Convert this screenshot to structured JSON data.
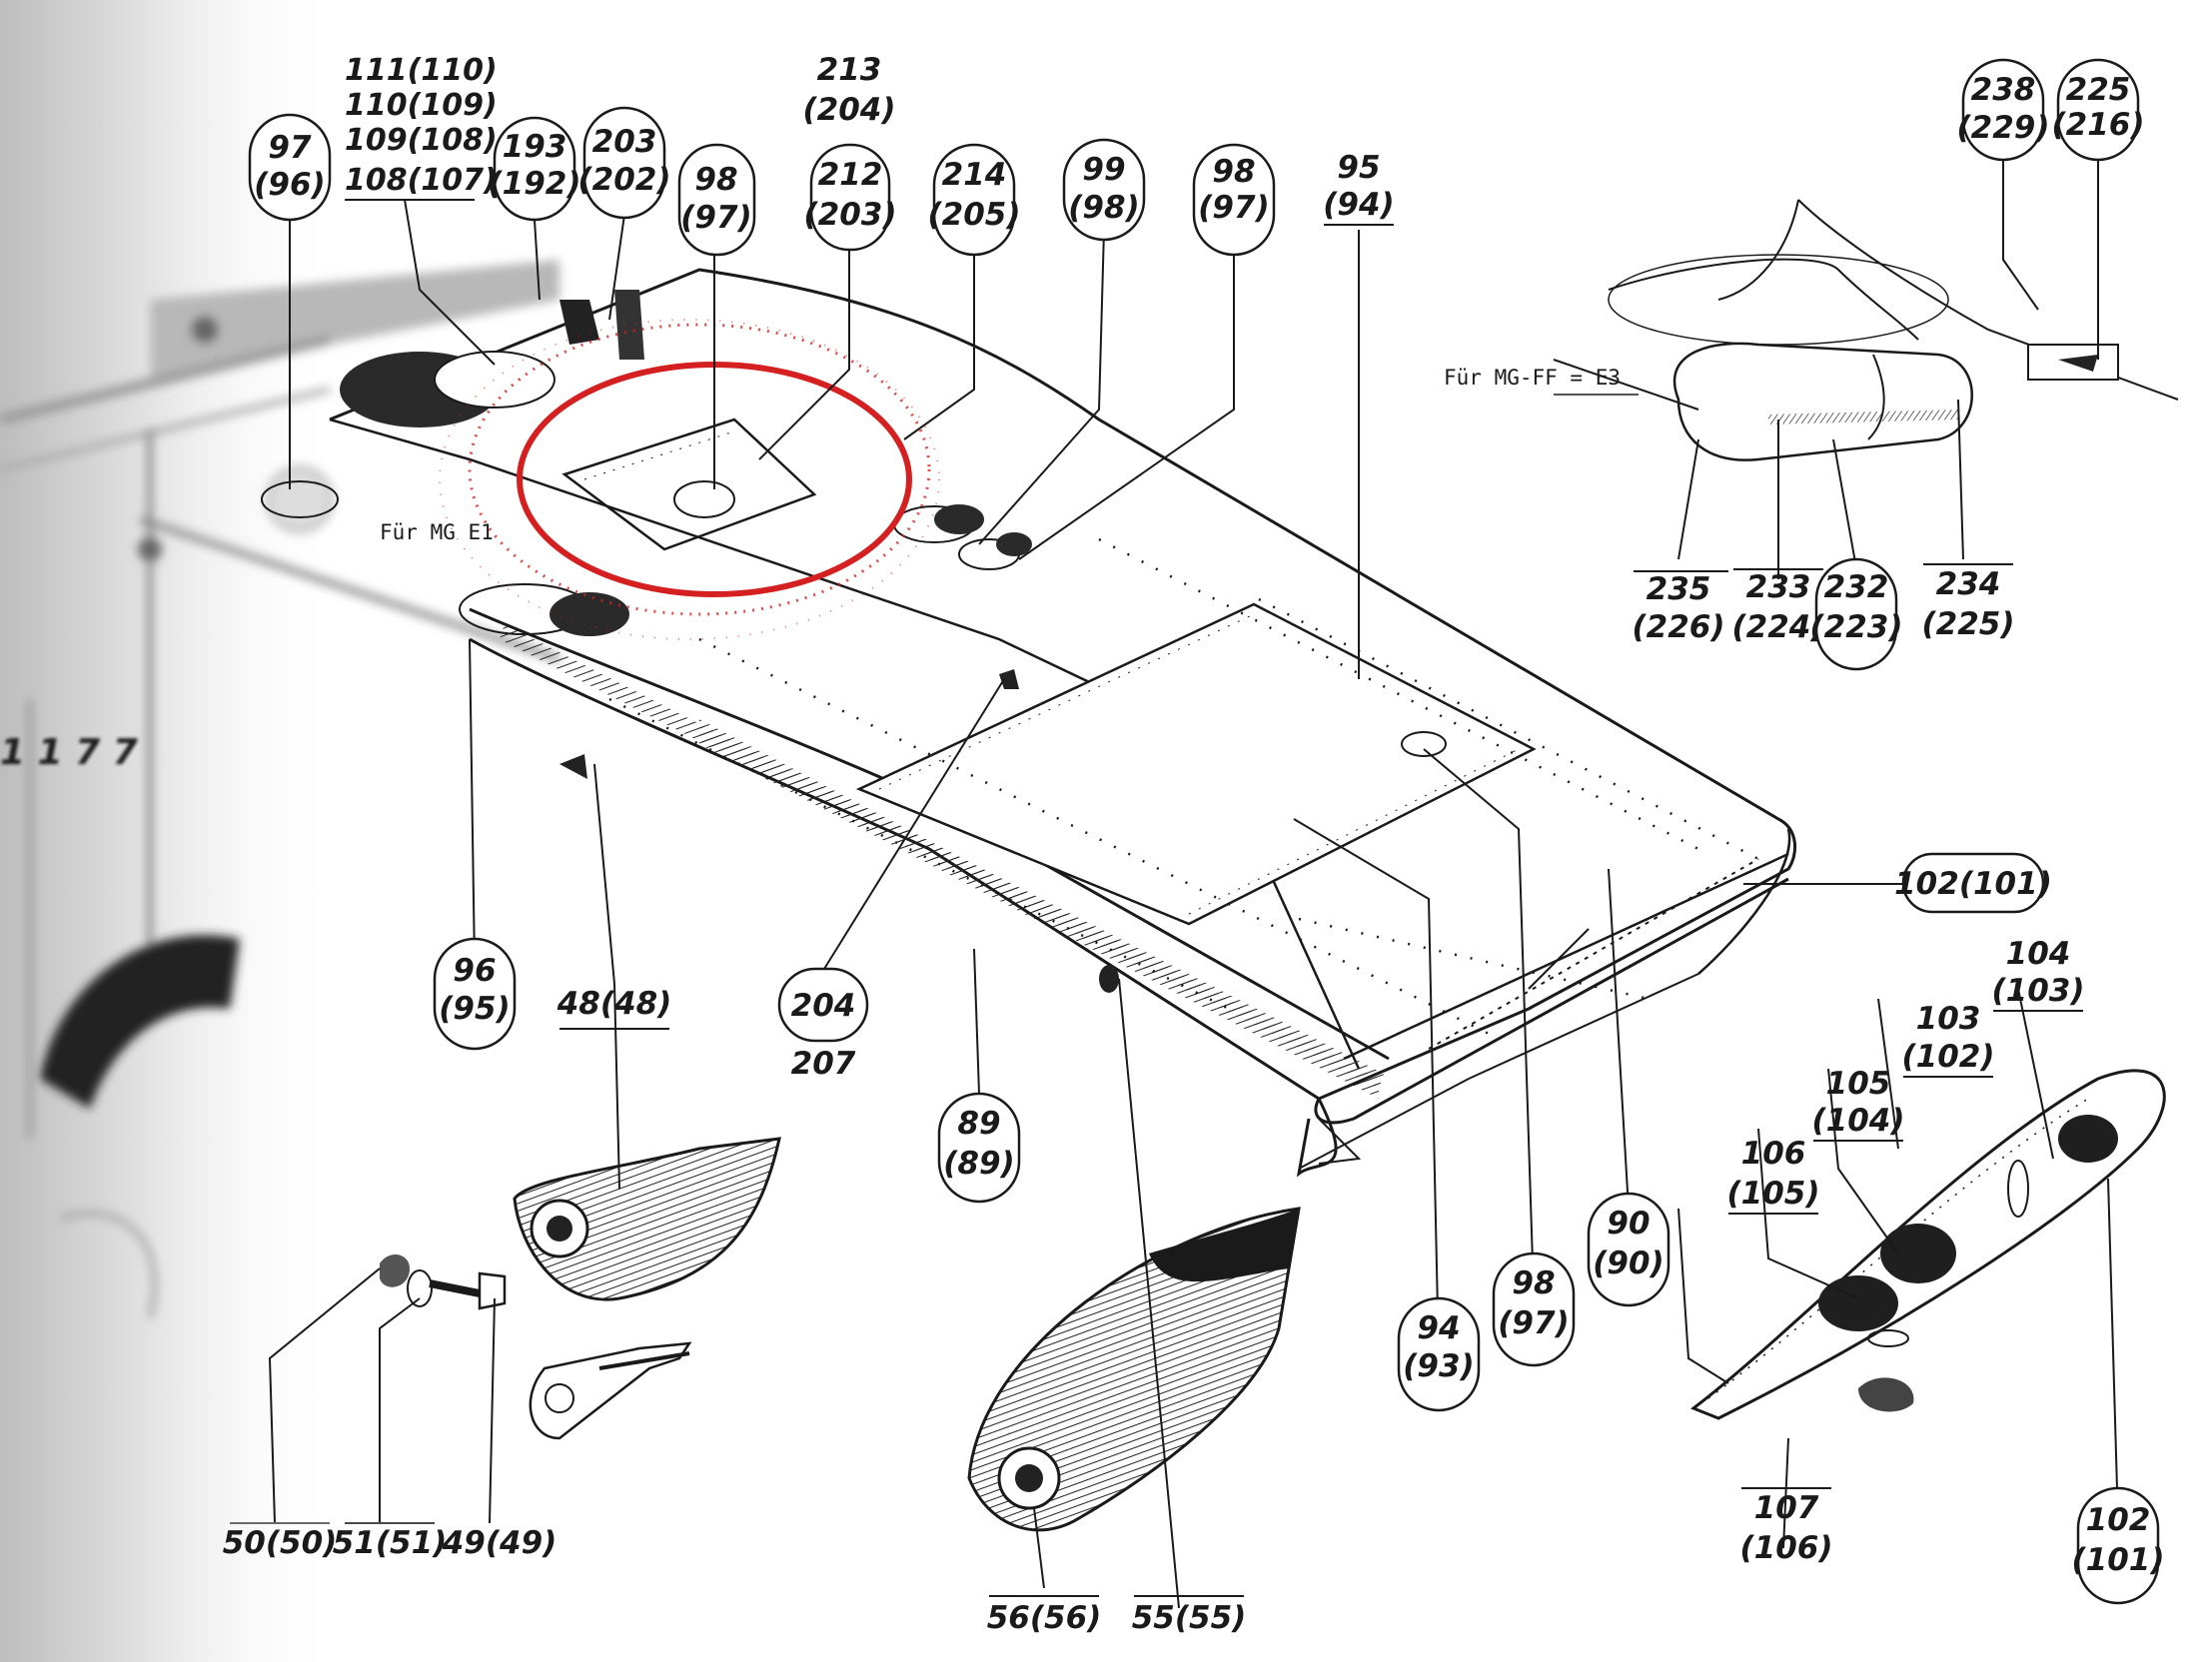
{
  "notes": {
    "mg_ff": "Für MG-FF = E3",
    "mg_e1": "Für MG   E1"
  },
  "labels": {
    "l111": "111(110)",
    "l110": "110(109)",
    "l109": "109(108)",
    "l108": "108(107)",
    "l97a": "97",
    "l97b": "(96)",
    "l193a": "193",
    "l193b": "(192)",
    "l203a": "203",
    "l203b": "(202)",
    "l98a": "98",
    "l98b": "(97)",
    "l213a": "213",
    "l213b": "(204)",
    "l212a": "212",
    "l212b": "(203)",
    "l214a": "214",
    "l214b": "(205)",
    "l99a": "99",
    "l99b": "(98)",
    "l98ca": "98",
    "l98cb": "(97)",
    "l95a": "95",
    "l95b": "(94)",
    "l238a": "238",
    "l238b": "(229)",
    "l225a": "225",
    "l225b": "(216)",
    "l235a": "235",
    "l235b": "(226)",
    "l233a": "233",
    "l233b": "(224)",
    "l232a": "232",
    "l232b": "(223)",
    "l234a": "234",
    "l234b": "(225)",
    "l96a": "96",
    "l96b": "(95)",
    "l48": "48(48)",
    "l204": "204",
    "l207": "207",
    "l89a": "89",
    "l89b": "(89)",
    "l102r": "102(101)",
    "l104a": "104",
    "l104b": "(103)",
    "l103a": "103",
    "l103b": "(102)",
    "l105a": "105",
    "l105b": "(104)",
    "l106a": "106",
    "l106b": "(105)",
    "l90a": "90",
    "l90b": "(90)",
    "l98da": "98",
    "l98db": "(97)",
    "l94a": "94",
    "l94b": "(93)",
    "l107a": "107",
    "l107b": "(106)",
    "l102ba": "102",
    "l102bb": "(101)",
    "l50": "50(50)",
    "l51": "51(51)",
    "l49": "49(49)",
    "l56": "56(56)",
    "l55": "55(55)",
    "lblur": "1 1 7 7"
  },
  "colors": {
    "ink": "#1a1a1a",
    "highlight": "#d42020",
    "blur": "#8a8a8a"
  }
}
